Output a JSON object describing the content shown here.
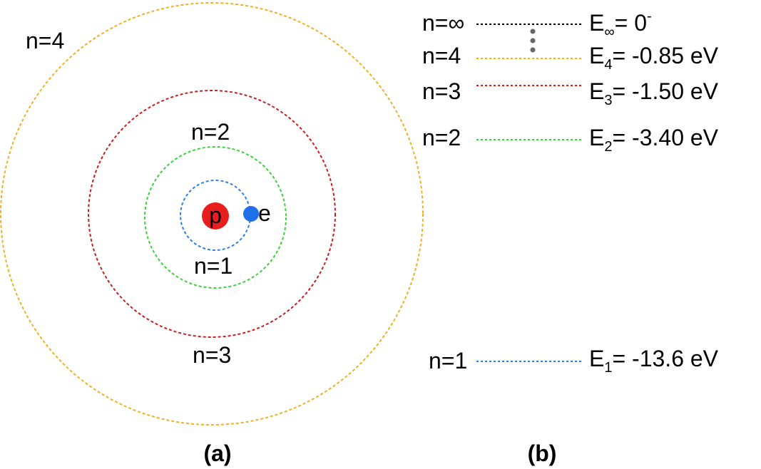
{
  "panel_a": {
    "caption": "(a)",
    "nucleus": {
      "label": "p",
      "color": "#e81e1e"
    },
    "electron": {
      "label": "e",
      "color": "#1f6fe8"
    },
    "orbits": [
      {
        "label": "n=1",
        "color": "#2f7fe8"
      },
      {
        "label": "n=2",
        "color": "#3ad13a"
      },
      {
        "label": "n=3",
        "color": "#c81e1e"
      },
      {
        "label": "n=4",
        "color": "#f0b020"
      }
    ]
  },
  "panel_b": {
    "caption": "(b)",
    "levels": [
      {
        "n_label": "n=∞",
        "e_symbol": "E",
        "e_sub": "∞",
        "e_value": "= 0",
        "e_sup": "-",
        "color": "#000000"
      },
      {
        "n_label": "n=4",
        "e_symbol": "E",
        "e_sub": "4",
        "e_value": "= -0.85 eV",
        "e_sup": "",
        "color": "#f0b020"
      },
      {
        "n_label": "n=3",
        "e_symbol": "E",
        "e_sub": "3",
        "e_value": "= -1.50 eV",
        "e_sup": "",
        "color": "#c81e1e"
      },
      {
        "n_label": "n=2",
        "e_symbol": "E",
        "e_sub": "2",
        "e_value": "= -3.40 eV",
        "e_sup": "",
        "color": "#3ad13a"
      },
      {
        "n_label": "n=1",
        "e_symbol": "E",
        "e_sub": "1",
        "e_value": "= -13.6 eV",
        "e_sup": "",
        "color": "#2f7fe8"
      }
    ],
    "ellipsis_color": "#666666"
  }
}
